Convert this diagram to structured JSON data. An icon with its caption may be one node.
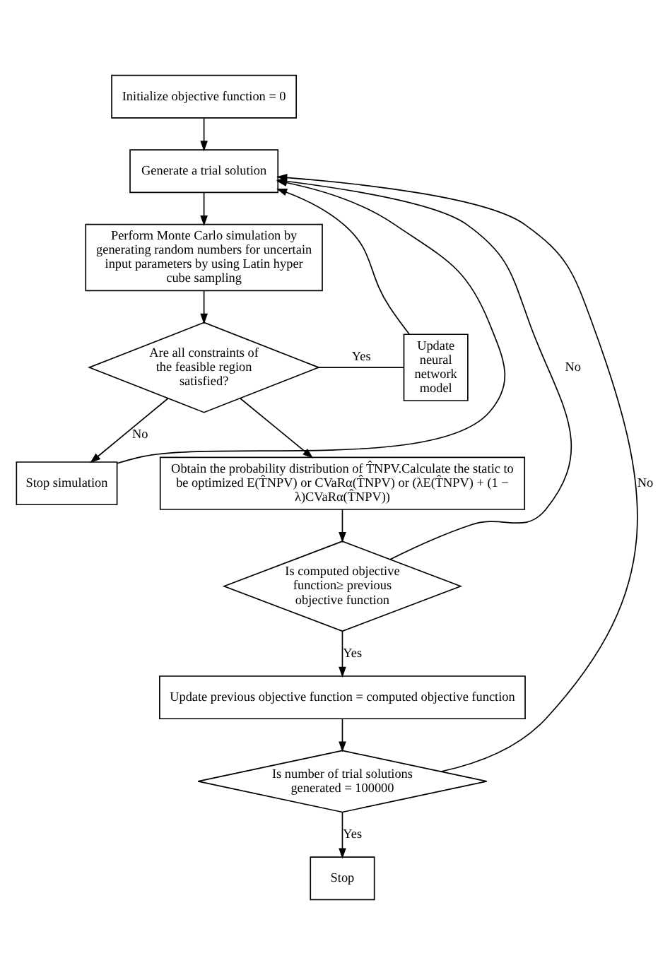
{
  "diagram": {
    "nodes": [
      {
        "text": [
          "Initialize objective function = 0"
        ]
      },
      {
        "text": [
          "Generate a trial solution"
        ]
      },
      {
        "text": [
          "Perform Monte Carlo simulation by generating random numbers for uncertain input parameters by using Latin hyper cube sampling"
        ]
      },
      {
        "text": [
          "Update neural network model"
        ]
      },
      {
        "text": [
          "Are all constraints of the feasible region satisfied?"
        ]
      },
      {
        "text": [
          "Stop simulation"
        ]
      },
      {
        "text": [
          "Obtain the probability distribution of T̂NPV.Calculate the static to be optimized E(T̂NPV) or CVaRα(T̂NPV) or (λE(T̂NPV) + (1 − λ)CVaRα(T̂NPV))"
        ]
      },
      {
        "text": [
          "Is computed objective function≥ previous objective function"
        ]
      },
      {
        "text": [
          "Update previous objective function = computed objective function"
        ]
      },
      {
        "text": [
          "Is number of trial solutions generated = 100000"
        ]
      },
      {
        "text": [
          "Stop"
        ]
      }
    ],
    "edges": [
      {
        "from": 0,
        "to": 1,
        "arrow": "to"
      },
      {
        "from": 1,
        "to": 2,
        "arrow": "to"
      },
      {
        "from": 2,
        "to": 4,
        "arrow": "to"
      },
      {
        "from": 4,
        "to": 3,
        "arrow": "none",
        "label": "Yes"
      },
      {
        "from": 3,
        "to": 1,
        "arrow": "to"
      },
      {
        "from": 4,
        "to": 5,
        "arrow": "to",
        "label": "No"
      },
      {
        "from": 4,
        "to": 6,
        "arrow": "to"
      },
      {
        "from": 5,
        "to": 1,
        "arrow": "to"
      },
      {
        "from": 6,
        "to": 7,
        "arrow": "to"
      },
      {
        "from": 7,
        "to": 8,
        "arrow": "to",
        "label": "Yes"
      },
      {
        "from": 7,
        "to": 1,
        "arrow": "to",
        "label": "No"
      },
      {
        "from": 8,
        "to": 9,
        "arrow": "to"
      },
      {
        "from": 9,
        "to": 1,
        "arrow": "to",
        "label": "No"
      },
      {
        "from": 9,
        "to": 10,
        "arrow": "to",
        "label": "Yes"
      }
    ]
  }
}
